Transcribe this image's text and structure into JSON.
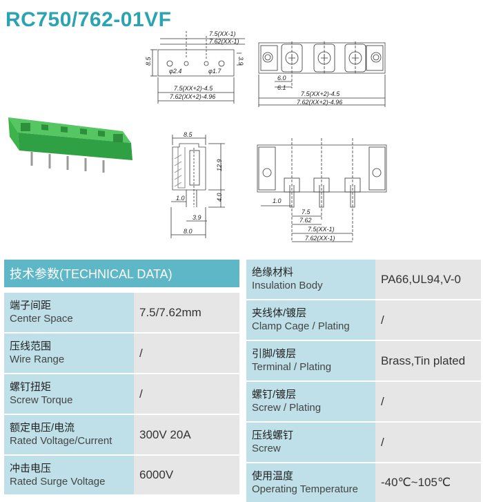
{
  "title": "RC750/762-01VF",
  "drawing": {
    "top_view": {
      "dim_pitch_1": "7.5(XX-1)",
      "dim_pitch_2": "7.62(XX-1)",
      "height": "8.5",
      "hole_offset": "3.9",
      "hole_big": "φ2.4",
      "hole_small": "φ1.7",
      "width_1": "7.5(XX+2)-4.5",
      "width_2": "7.62(XX+2)-4.96"
    },
    "front_view": {
      "offset_1": "6.0",
      "offset_2": "6.1",
      "width_1": "7.5(XX+2)-4.5",
      "width_2": "7.62(XX+2)-4.96"
    },
    "side_view": {
      "top_width": "8.5",
      "height": "12.9",
      "pin_length": "4.0",
      "pin_offset": "1.0",
      "pin_spacing": "3.9",
      "base_width": "8.0"
    },
    "bottom_view": {
      "pin_offset": "1.0",
      "pitch_1": "7.5",
      "pitch_2": "7.62",
      "span_1": "7.5(XX-1)",
      "span_2": "7.62(XX-1)"
    }
  },
  "table": {
    "header": "技术参数(TECHNICAL DATA)",
    "left_rows": [
      {
        "cn": "端子间距",
        "en": "Center Space",
        "value": "7.5/7.62mm"
      },
      {
        "cn": "压线范围",
        "en": "Wire Range",
        "value": "/"
      },
      {
        "cn": "螺钉扭矩",
        "en": "Screw Torque",
        "value": "/"
      },
      {
        "cn": "额定电压/电流",
        "en": "Rated Voltage/Current",
        "value": "300V 20A"
      },
      {
        "cn": "冲击电压",
        "en": "Rated Surge Voltage",
        "value": "6000V"
      }
    ],
    "right_rows": [
      {
        "cn": "绝缘材料",
        "en": "Insulation Body",
        "value": "PA66,UL94,V-0"
      },
      {
        "cn": "夹线体/镀层",
        "en": "Clamp Cage / Plating",
        "value": "/"
      },
      {
        "cn": "引脚/镀层",
        "en": "Terminal / Plating",
        "value": "Brass,Tin plated"
      },
      {
        "cn": "螺钉/镀层",
        "en": "Screw / Plating",
        "value": "/"
      },
      {
        "cn": "压线螺钉",
        "en": "Screw",
        "value": "/"
      },
      {
        "cn": "使用温度",
        "en": "Operating Temperature",
        "value": "-40℃~105℃"
      }
    ]
  },
  "colors": {
    "title": "#2aa3b2",
    "header": "#5eb7c6",
    "label_cell": "#bfe0e8",
    "value_cell": "#e6e6e6",
    "product": "#3cb44a"
  }
}
